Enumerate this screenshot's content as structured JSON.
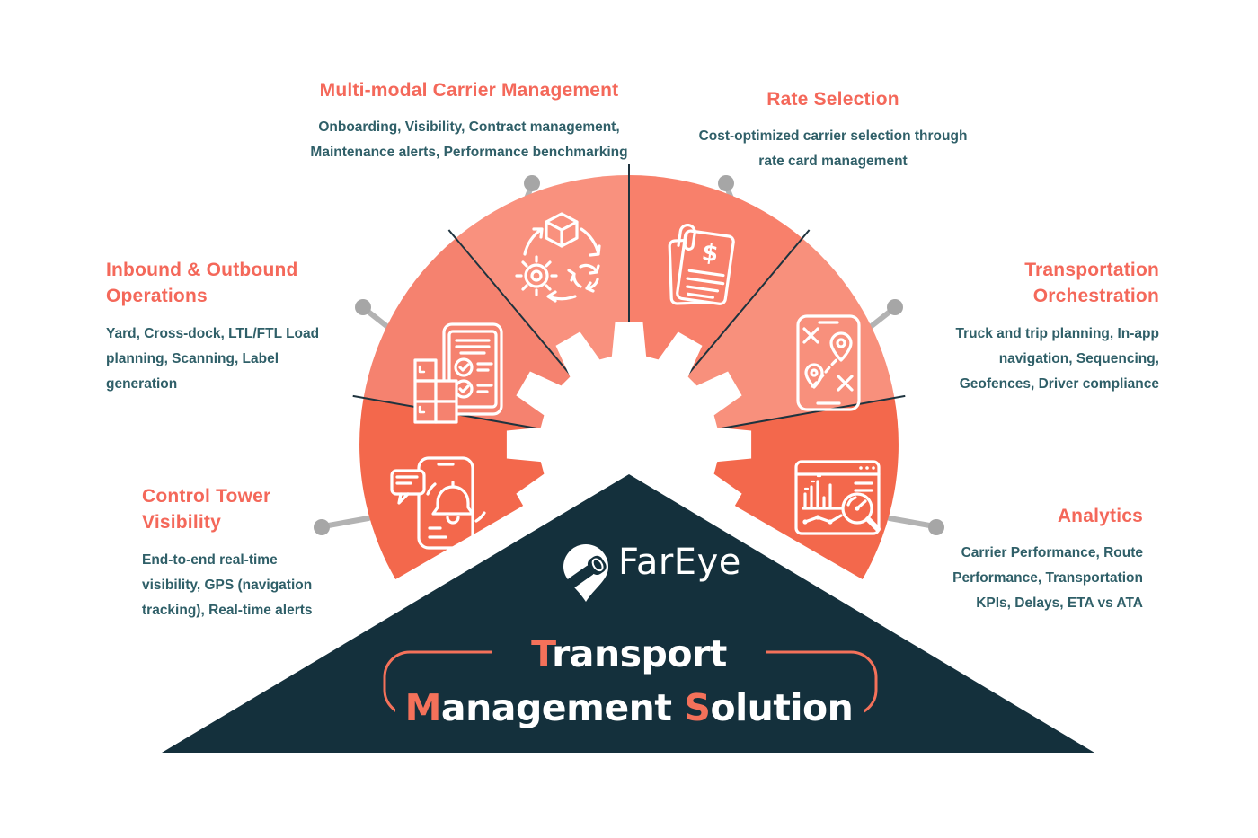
{
  "brand": {
    "logo_text": "FarEye"
  },
  "title": {
    "word1_initial": "T",
    "word1_rest": "ransport",
    "word2_initial": "M",
    "word2_rest": "anagement",
    "word3_initial": "S",
    "word3_rest": "olution"
  },
  "segments": {
    "multimodal": {
      "heading": "Multi-modal Carrier Management",
      "description": "Onboarding, Visibility, Contract management,\nMaintenance alerts, Performance benchmarking",
      "icon": "supply-cycle-icon"
    },
    "rate": {
      "heading": "Rate Selection",
      "description": "Cost-optimized carrier selection through\nrate card management",
      "icon": "invoice-icon"
    },
    "inbound": {
      "heading": "Inbound & Outbound\nOperations",
      "description": "Yard, Cross-dock, LTL/FTL Load\nplanning, Scanning, Label\ngeneration",
      "icon": "checklist-boxes-icon"
    },
    "transportation": {
      "heading": "Transportation\nOrchestration",
      "description": "Truck and trip planning, In-app\nnavigation, Sequencing,\nGeofences, Driver compliance",
      "icon": "map-route-phone-icon"
    },
    "control": {
      "heading": "Control Tower\nVisibility",
      "description": "End-to-end real-time\nvisibility, GPS (navigation\ntracking), Real-time alerts",
      "icon": "alert-phone-icon"
    },
    "analytics": {
      "heading": "Analytics",
      "description": "Carrier Performance, Route\nPerformance, Transportation\nKPIs, Delays, ETA vs ATA",
      "icon": "dashboard-magnifier-icon"
    }
  },
  "colors": {
    "page_bg": "#FFFFFF",
    "accent": "#F4715A",
    "heading": "#F4685A",
    "body_text": "#2F5F68",
    "navy": "#14303C",
    "seg_multimodal": "#F9917E",
    "seg_rate": "#F8806B",
    "seg_inbound": "#F5826F",
    "seg_transportation": "#F8907C",
    "seg_control": "#F3684C",
    "seg_analytics": "#F3684C",
    "icon_stroke": "#FFFFFF",
    "pin_gray": "#ACACAC"
  }
}
